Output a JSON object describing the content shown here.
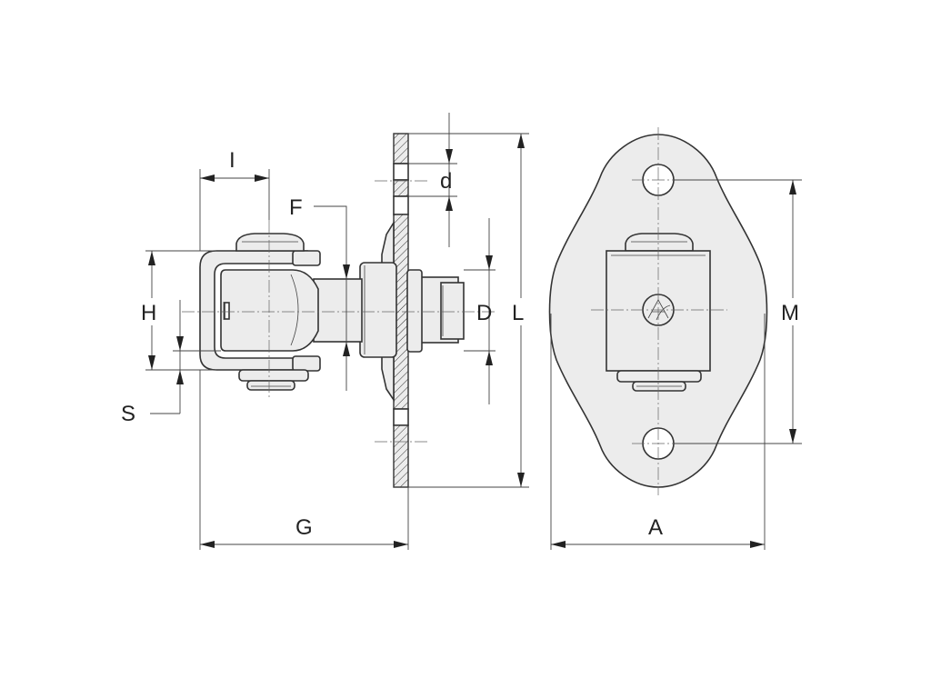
{
  "labels": {
    "I": "I",
    "F": "F",
    "d": "d",
    "H": "H",
    "D": "D",
    "L": "L",
    "M": "M",
    "S": "S",
    "G": "G",
    "A": "A"
  }
}
